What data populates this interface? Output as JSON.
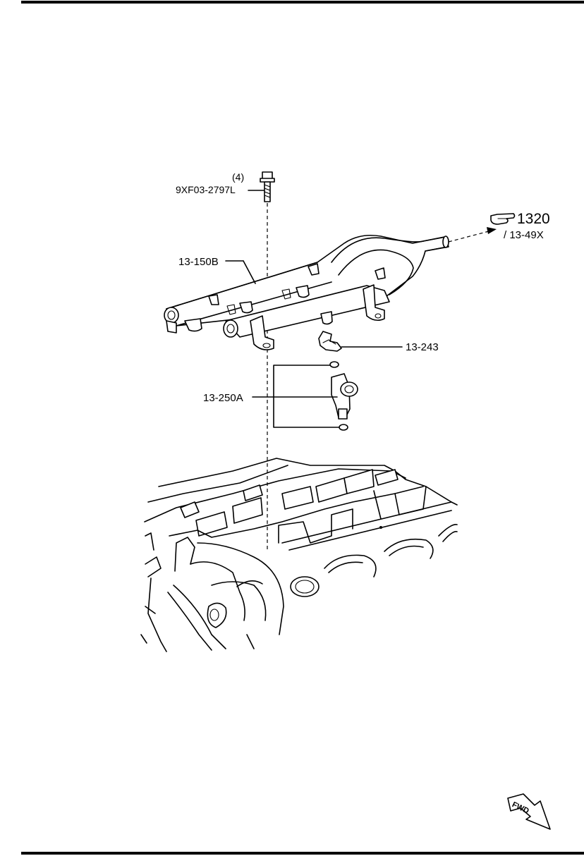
{
  "labels": {
    "bolt_qty": "(4)",
    "bolt_part": "9XF03-2797L",
    "fuel_rail": "13-150B",
    "ref_number": "1320",
    "ref_sub": "/ 13-49X",
    "clip": "13-243",
    "injector": "13-250A",
    "fwd": "FWD"
  },
  "icons": {
    "reference": "pointing-hand-icon",
    "direction": "fwd-arrow-icon"
  }
}
